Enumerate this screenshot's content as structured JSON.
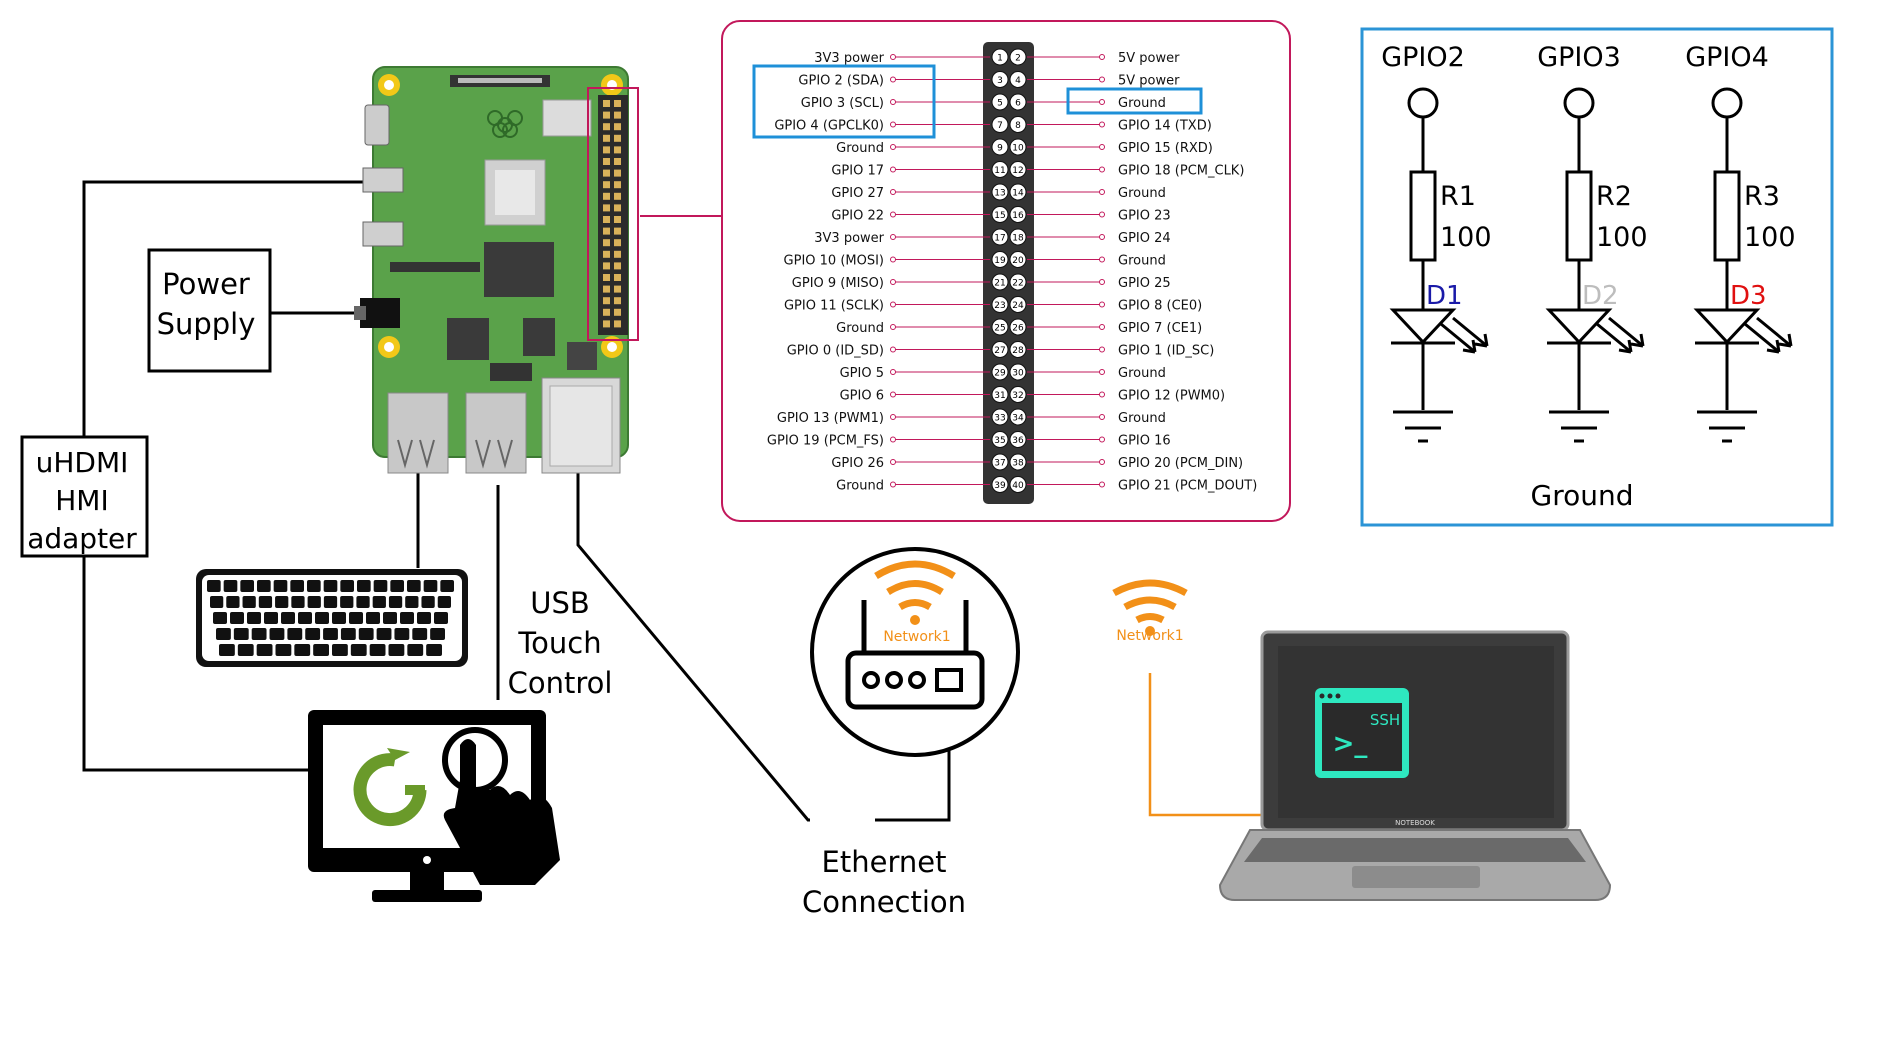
{
  "labels": {
    "power_supply": [
      "Power",
      "Supply"
    ],
    "uhdmi": [
      "uHDMI",
      "HMI",
      "adapter"
    ],
    "usb_touch": [
      "USB",
      "Touch",
      "Control"
    ],
    "ethernet": [
      "Ethernet",
      "Connection"
    ],
    "network_router": "Network1",
    "network_laptop": "Network1",
    "ssh": "SSH",
    "prompt": ">_",
    "notebook": "NOTEBOOK"
  },
  "pinout": {
    "left": [
      "3V3 power",
      "GPIO 2 (SDA)",
      "GPIO 3 (SCL)",
      "GPIO 4 (GPCLK0)",
      "Ground",
      "GPIO 17",
      "GPIO 27",
      "GPIO 22",
      "3V3 power",
      "GPIO 10 (MOSI)",
      "GPIO 9 (MISO)",
      "GPIO 11 (SCLK)",
      "Ground",
      "GPIO 0 (ID_SD)",
      "GPIO 5",
      "GPIO 6",
      "GPIO 13 (PWM1)",
      "GPIO 19 (PCM_FS)",
      "GPIO 26",
      "Ground"
    ],
    "right": [
      "5V power",
      "5V power",
      "Ground",
      "GPIO 14 (TXD)",
      "GPIO 15 (RXD)",
      "GPIO 18 (PCM_CLK)",
      "Ground",
      "GPIO 23",
      "GPIO 24",
      "Ground",
      "GPIO 25",
      "GPIO 8 (CE0)",
      "GPIO 7 (CE1)",
      "GPIO 1 (ID_SC)",
      "Ground",
      "GPIO 12 (PWM0)",
      "Ground",
      "GPIO 16",
      "GPIO 20 (PCM_DIN)",
      "GPIO 21 (PCM_DOUT)"
    ],
    "left_pins": [
      "1",
      "3",
      "5",
      "7",
      "9",
      "11",
      "13",
      "15",
      "17",
      "19",
      "21",
      "23",
      "25",
      "27",
      "29",
      "31",
      "33",
      "35",
      "37",
      "39"
    ],
    "right_pins": [
      "2",
      "4",
      "6",
      "8",
      "10",
      "12",
      "14",
      "16",
      "18",
      "20",
      "22",
      "24",
      "26",
      "28",
      "30",
      "32",
      "34",
      "36",
      "38",
      "40"
    ]
  },
  "circuit": {
    "gpio": [
      "GPIO2",
      "GPIO3",
      "GPIO4"
    ],
    "resistors": [
      "R1",
      "R2",
      "R3"
    ],
    "values": [
      "100",
      "100",
      "100"
    ],
    "leds": [
      "D1",
      "D2",
      "D3"
    ],
    "led_colors": [
      "#1a1aa8",
      "#bdbdbd",
      "#e01010"
    ],
    "ground": "Ground"
  },
  "colors": {
    "pinout_border": "#c2185b",
    "highlight": "#1e90d8",
    "circuit_border": "#2b94d6",
    "wifi": "#f29018",
    "pcb": "#5aa24a",
    "ssh_accent": "#2ee8c0"
  },
  "icons": [
    "raspberry-pi-board",
    "keyboard-icon",
    "touch-monitor-icon",
    "router-icon",
    "wifi-icon",
    "laptop-icon",
    "terminal-icon",
    "led-icon",
    "ground-icon",
    "resistor-icon"
  ]
}
